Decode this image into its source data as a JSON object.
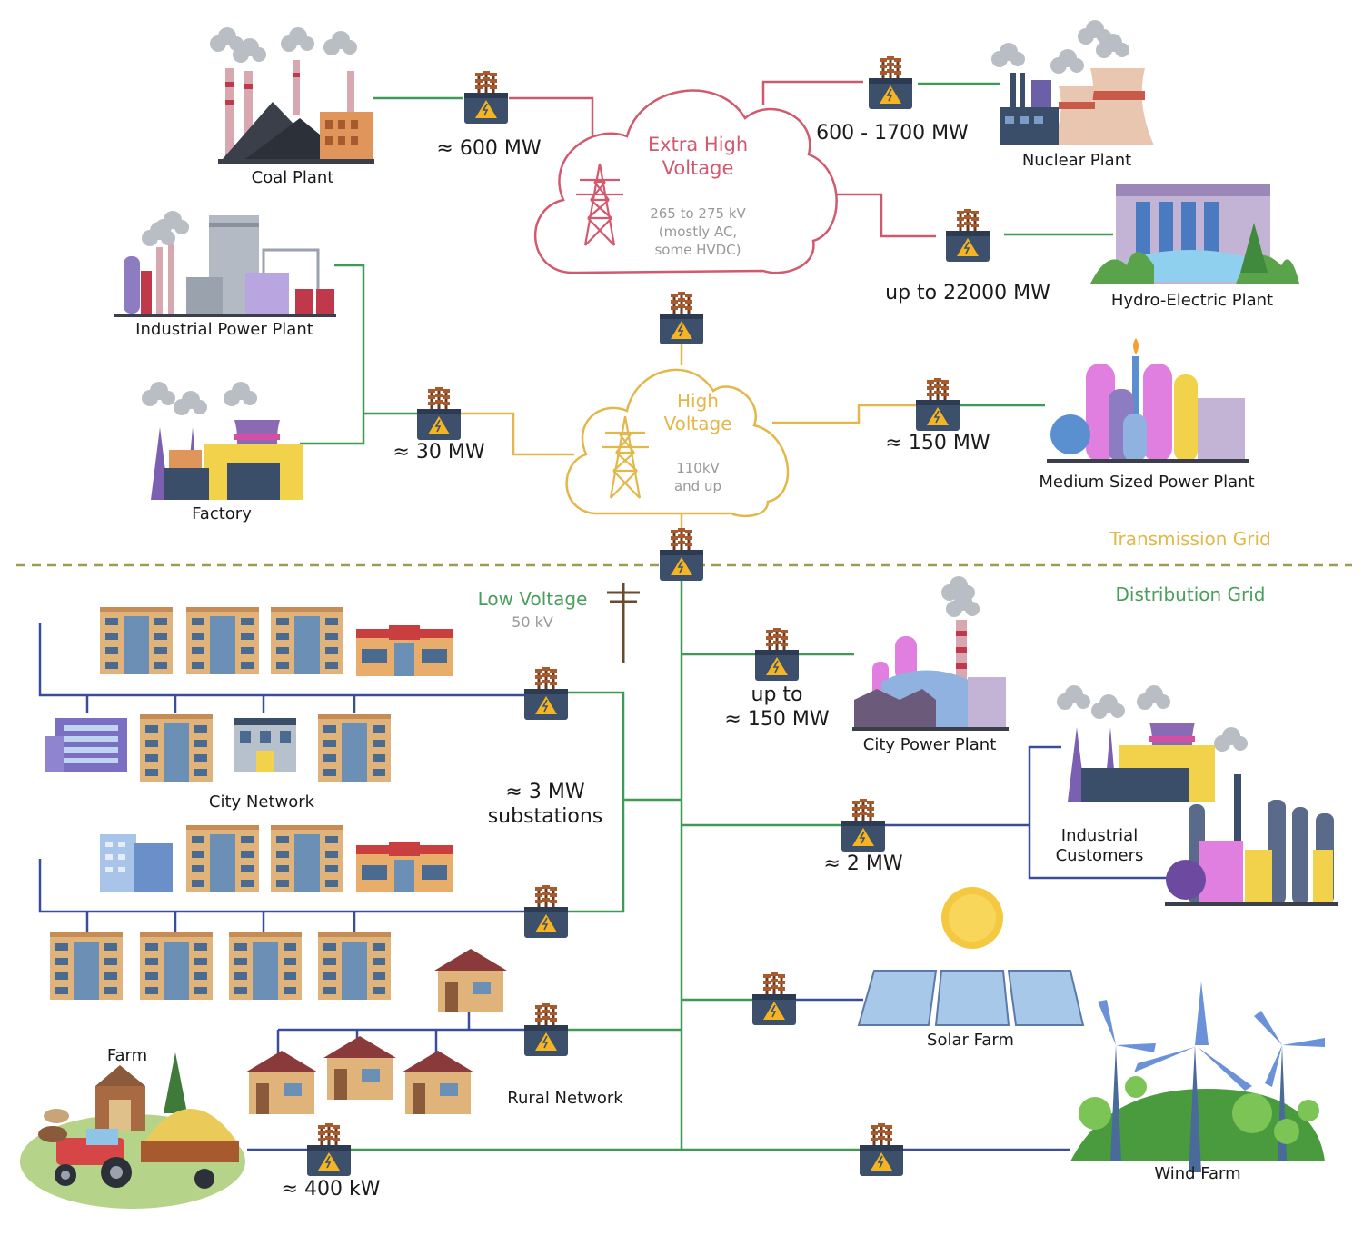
{
  "clouds": {
    "ehv": {
      "title_line1": "Extra High",
      "title_line2": "Voltage",
      "desc_line1": "265 to 275 kV",
      "desc_line2": "(mostly AC,",
      "desc_line3": "some HVDC)",
      "color": "#d2596e"
    },
    "hv": {
      "title_line1": "High",
      "title_line2": "Voltage",
      "desc_line1": "110kV",
      "desc_line2": "and up",
      "color": "#e2b84a"
    }
  },
  "low_voltage": {
    "title": "Low Voltage",
    "desc": "50 kV",
    "color": "#4a9e5c"
  },
  "grid_labels": {
    "transmission": "Transmission Grid",
    "distribution": "Distribution Grid"
  },
  "colors": {
    "ehv_line": "#cc5a6e",
    "hv_line": "#e2b84a",
    "green_line": "#3f9a55",
    "blue_line": "#3a4d99",
    "divider": "#a19a55",
    "gray_text": "#999999"
  },
  "plants": {
    "coal": "Coal Plant",
    "nuclear": "Nuclear Plant",
    "hydro": "Hydro-Electric Plant",
    "industrial": "Industrial Power Plant",
    "factory": "Factory",
    "medium": "Medium Sized Power Plant",
    "city_power": "City Power Plant",
    "industrial_customers_line1": "Industrial",
    "industrial_customers_line2": "Customers",
    "solar": "Solar Farm",
    "wind": "Wind Farm",
    "farm": "Farm",
    "city_network": "City Network",
    "rural_network": "Rural Network"
  },
  "power": {
    "coal": "≈ 600 MW",
    "nuclear": "600 - 1700 MW",
    "hydro": "up to 22000 MW",
    "factory": "≈ 30 MW",
    "medium": "≈ 150 MW",
    "city_power_line1": "up to",
    "city_power_line2": "≈ 150 MW",
    "substations_line1": "≈ 3 MW",
    "substations_line2": "substations",
    "industrial_customers": "≈ 2 MW",
    "farm": "≈ 400 kW"
  }
}
